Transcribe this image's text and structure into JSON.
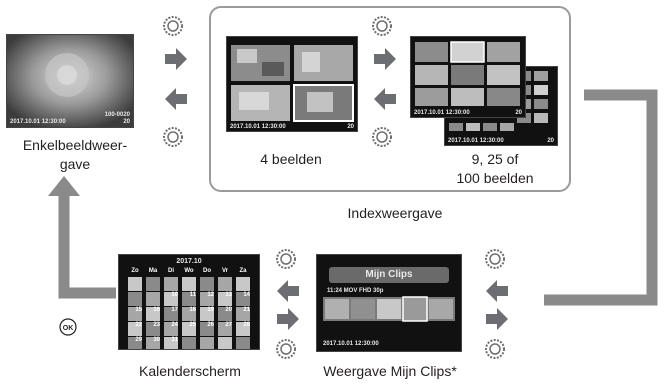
{
  "labels": {
    "single": "Enkelbeeldweer-\ngave",
    "four": "4 beelden",
    "multi": "9, 25 of\n100 beelden",
    "index": "Indexweergave",
    "calendar": "Kalenderscherm",
    "myclips": "Weergave Mijn Clips*",
    "ok": "OK"
  },
  "screens": {
    "single_stamp": "2017.10.01 12:30:00",
    "single_count": "100-0020",
    "single_frame": "20",
    "four_stamp": "2017.10.01 12:30:00",
    "four_frame": "20",
    "nine_stamp": "2017.10.01 12:30:00",
    "nine_frame": "20",
    "multi_stamp": "2017.10.01 12:30:00",
    "multi_frame": "20",
    "myclips_title": "Mijn Clips",
    "myclips_info": "11:24  MOV  FHD  30p",
    "myclips_stamp": "2017.10.01 12:30:00",
    "calendar_month": "2017.10",
    "calendar_days": [
      "Zo",
      "Ma",
      "Di",
      "Wo",
      "Do",
      "Vr",
      "Za"
    ],
    "calendar_dates": [
      "",
      "",
      "",
      "",
      "",
      "",
      "",
      "",
      "",
      "10",
      "11",
      "12",
      "13",
      "14",
      "15",
      "16",
      "17",
      "18",
      "19",
      "20",
      "21",
      "22",
      "23",
      "24",
      "25",
      "26",
      "27",
      "28",
      "29",
      "30",
      "31",
      "",
      "",
      "",
      ""
    ]
  },
  "colors": {
    "flow_arrow": "#8a8a8a",
    "nav_arrow": "#6d6e71",
    "frame_border": "#9a9a9a"
  },
  "icons": [
    "dial-icon",
    "arrow-right-icon",
    "arrow-left-icon",
    "ok-button-icon"
  ]
}
